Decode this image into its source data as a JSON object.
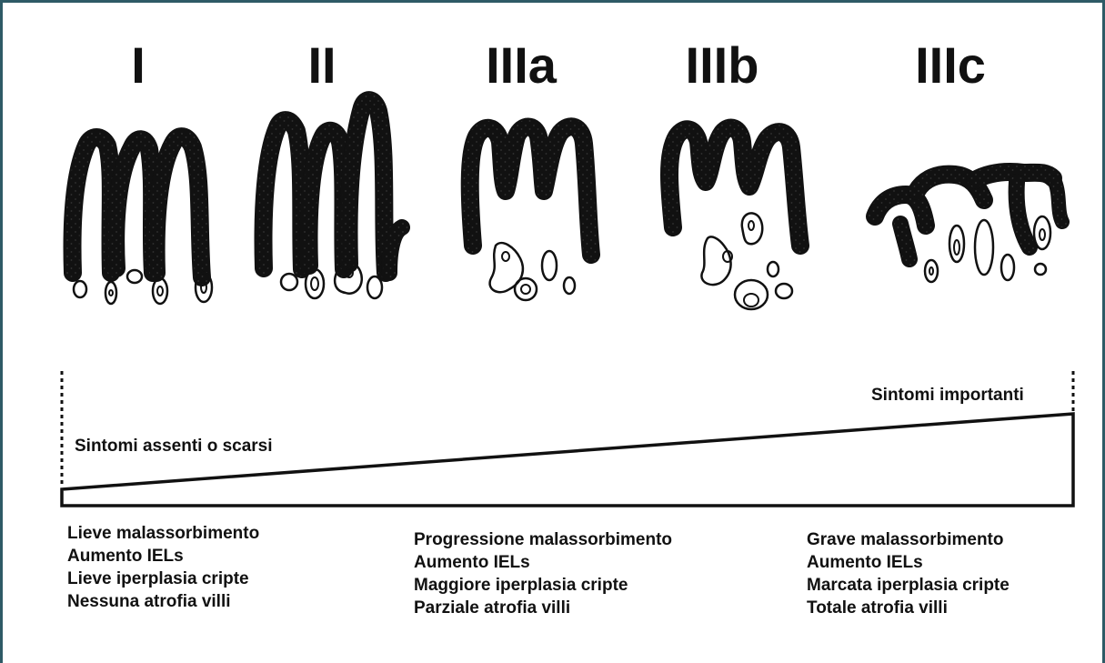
{
  "stages": [
    "I",
    "II",
    "IIIa",
    "IIIb",
    "IIIc"
  ],
  "severity": {
    "low_label": "Sintomi assenti o scarsi",
    "high_label": "Sintomi importanti"
  },
  "columns": [
    [
      "Lieve malassorbimento",
      "Aumento IELs",
      "Lieve iperplasia cripte",
      "Nessuna atrofia villi"
    ],
    [
      "Progressione malassorbimento",
      "Aumento IELs",
      "Maggiore iperplasia cripte",
      "Parziale atrofia villi"
    ],
    [
      "Grave malassorbimento",
      "Aumento IELs",
      "Marcata iperplasia cripte",
      "Totale atrofia villi"
    ]
  ],
  "colors": {
    "frame": "#2e5a66",
    "ink": "#111111"
  }
}
